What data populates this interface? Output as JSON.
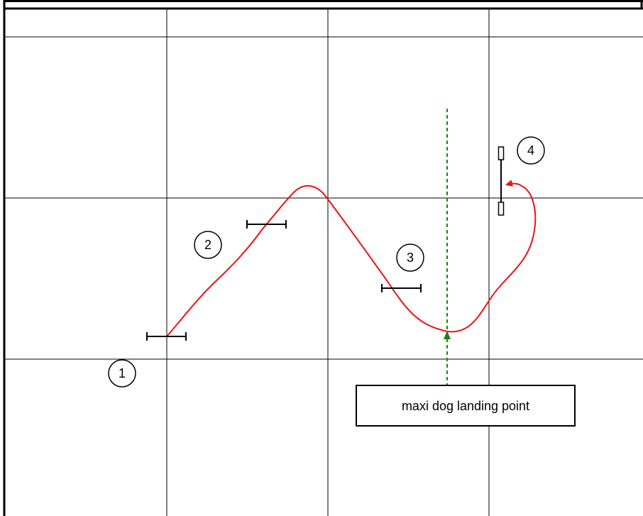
{
  "diagram": {
    "colors": {
      "grid": "#000000",
      "path": "#ee1111",
      "guide": "#118811",
      "background": "#ffffff"
    },
    "obstacles": [
      {
        "id": "1",
        "label": "1",
        "type": "jump"
      },
      {
        "id": "2",
        "label": "2",
        "type": "jump"
      },
      {
        "id": "3",
        "label": "3",
        "type": "jump"
      },
      {
        "id": "4",
        "label": "4",
        "type": "weave-poles"
      }
    ],
    "callout": {
      "text": "maxi dog landing point"
    }
  }
}
